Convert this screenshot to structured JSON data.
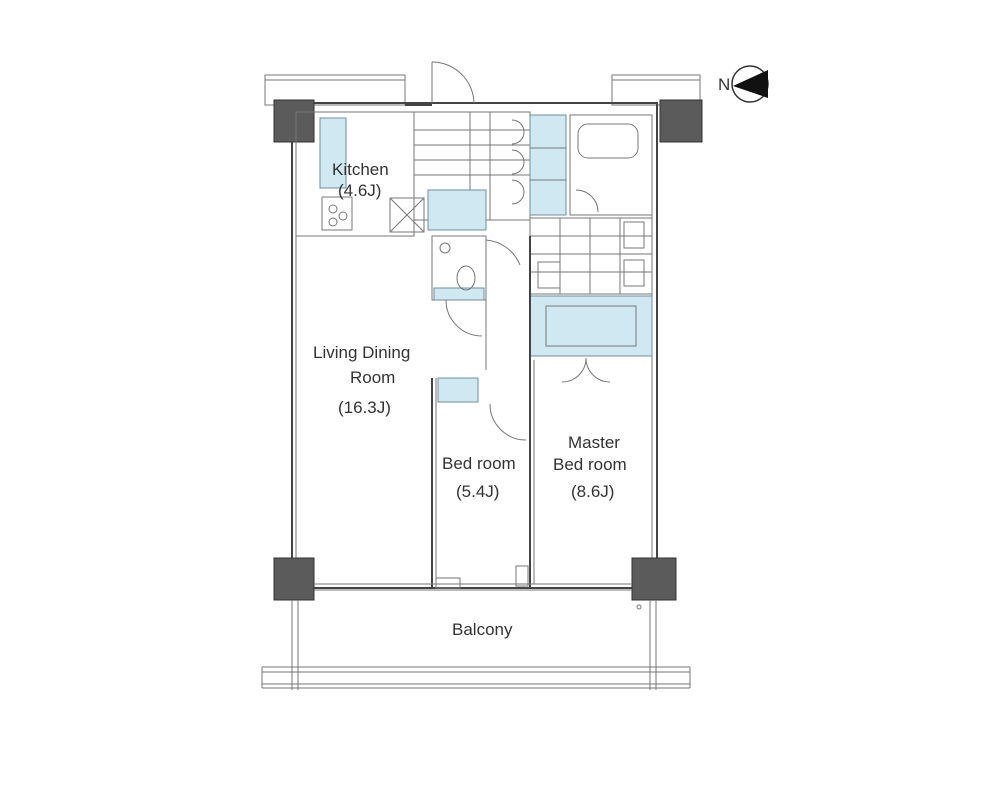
{
  "rooms": {
    "kitchen": {
      "name": "Kitchen",
      "size": "(4.6J)"
    },
    "living": {
      "name_line1": "Living Dining",
      "name_line2": "Room",
      "size": "(16.3J)"
    },
    "bedroom": {
      "name": "Bed room",
      "size": "(5.4J)"
    },
    "master": {
      "name_line1": "Master",
      "name_line2": "Bed room",
      "size": "(8.6J)"
    },
    "balcony": {
      "name": "Balcony"
    }
  },
  "compass": {
    "label": "N"
  },
  "colors": {
    "fixture": "#cfe8f1",
    "wall": "#444444",
    "column": "#5b5b5b"
  }
}
